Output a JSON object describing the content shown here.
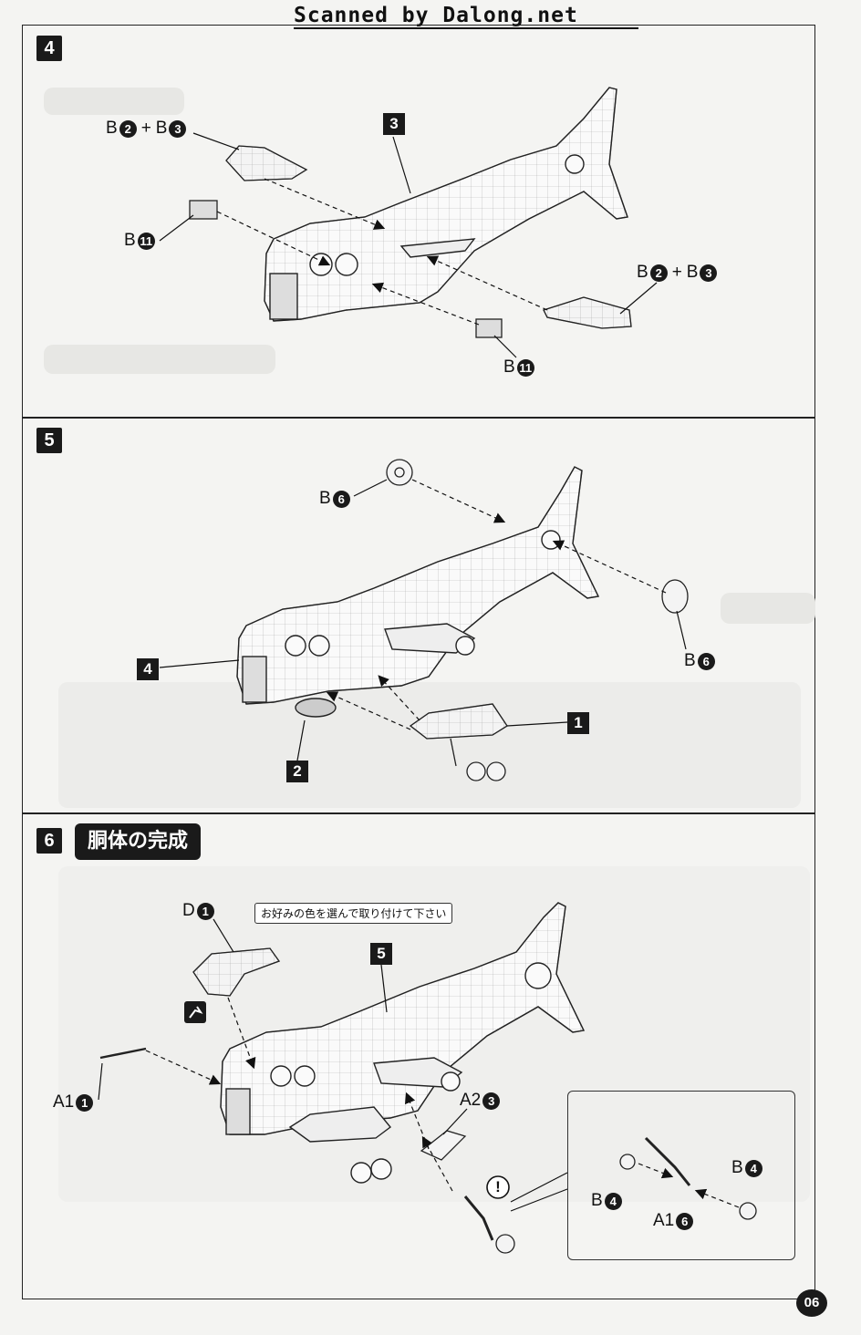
{
  "watermark": "Scanned by Dalong.net",
  "page_number": "06",
  "steps": [
    {
      "number": "4",
      "labels": {
        "top_left_a": "B",
        "top_left_a_num": "2",
        "top_left_plus": "+",
        "top_left_b": "B",
        "top_left_b_num": "3",
        "left_b": "B",
        "left_b_num": "11",
        "subassembly": "3",
        "right_a": "B",
        "right_a_num": "2",
        "right_plus": "+",
        "right_b": "B",
        "right_b_num": "3",
        "bottom_b": "B",
        "bottom_b_num": "11"
      }
    },
    {
      "number": "5",
      "labels": {
        "top_b": "B",
        "top_b_num": "6",
        "right_b": "B",
        "right_b_num": "6",
        "left_sub": "4",
        "bottom_sub": "2",
        "right_sub": "1"
      }
    },
    {
      "number": "6",
      "title": "胴体の完成",
      "note": "お好みの色を選んで取り付けて下さい",
      "labels": {
        "d_part": "D",
        "d_num": "1",
        "sub": "5",
        "a1_left": "A1",
        "a1_left_num": "1",
        "a2": "A2",
        "a2_num": "3",
        "inset_b_top": "B",
        "inset_b_top_num": "4",
        "inset_b_left": "B",
        "inset_b_left_num": "4",
        "inset_a1": "A1",
        "inset_a1_num": "6",
        "caution": "!"
      }
    }
  ]
}
